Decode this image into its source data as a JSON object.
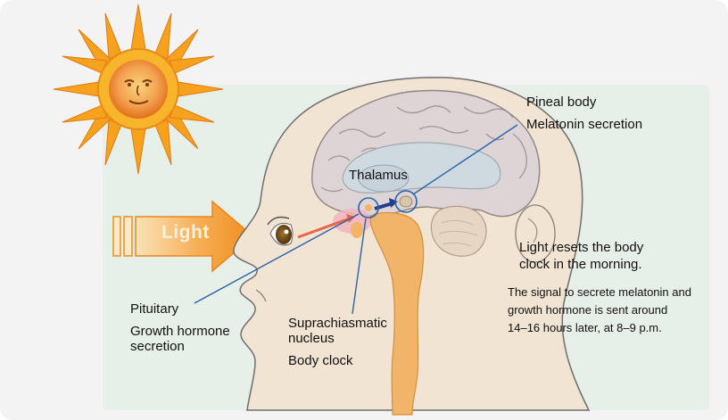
{
  "labels": {
    "light": "Light",
    "pineal_body": "Pineal body",
    "melatonin_secretion": "Melatonin secretion",
    "thalamus": "Thalamus",
    "pituitary": "Pituitary",
    "growth_hormone_line1": "Growth hormone",
    "growth_hormone_line2": "secretion",
    "scn_line1": "Suprachiasmatic",
    "scn_line2": "nucleus",
    "body_clock": "Body clock"
  },
  "notes": {
    "reset_line1": "Light resets the body",
    "reset_line2": "clock in the morning.",
    "signal_line1": "The signal to secrete melatonin and",
    "signal_line2": "growth hormone is sent around",
    "signal_line3": "14–16 hours later, at 8–9 p.m."
  },
  "colors": {
    "background": "#f3f3f3",
    "panel": "#e7efe9",
    "skin": "#f1e4d2",
    "brain": "#ddd4d6",
    "brainstem": "#f1b468",
    "arrow": "#f29b34",
    "sun": "#f6a21c",
    "leader_line": "#2a63a8"
  }
}
